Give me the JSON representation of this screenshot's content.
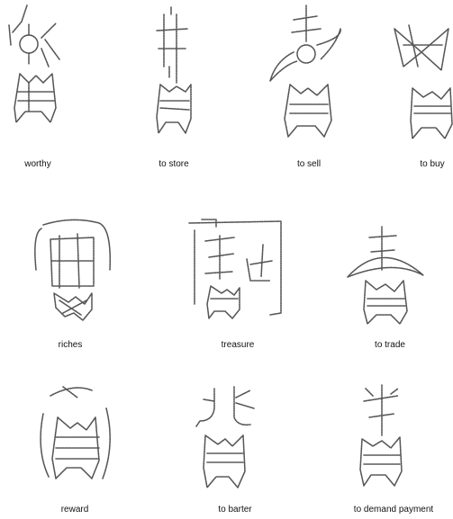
{
  "characters": [
    {
      "label": "worthy",
      "icon": "shell-character-worthy-icon"
    },
    {
      "label": "to store",
      "icon": "shell-character-to-store-icon"
    },
    {
      "label": "to sell",
      "icon": "shell-character-to-sell-icon"
    },
    {
      "label": "to buy",
      "icon": "shell-character-to-buy-icon"
    },
    {
      "label": "riches",
      "icon": "shell-character-riches-icon"
    },
    {
      "label": "treasure",
      "icon": "shell-character-treasure-icon"
    },
    {
      "label": "to trade",
      "icon": "shell-character-to-trade-icon"
    },
    {
      "label": "reward",
      "icon": "shell-character-reward-icon"
    },
    {
      "label": "to barter",
      "icon": "shell-character-to-barter-icon"
    },
    {
      "label": "to demand payment",
      "icon": "shell-character-to-demand-payment-icon"
    }
  ]
}
